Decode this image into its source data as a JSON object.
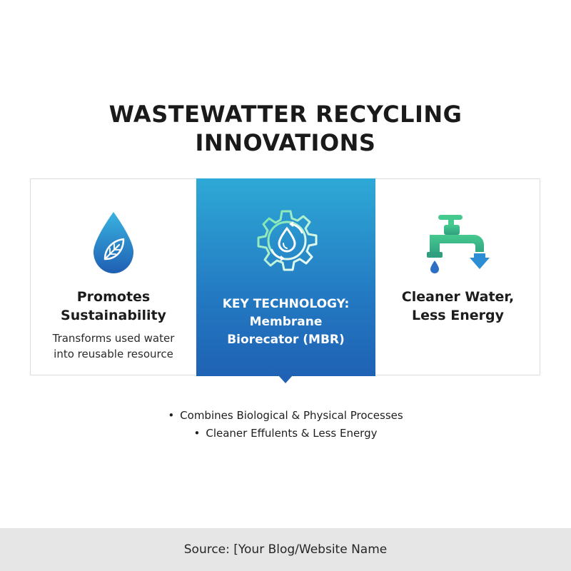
{
  "title": {
    "line1": "WASTEWATTER RECYCLING",
    "line2": "INNOVATIONS"
  },
  "cards": {
    "left": {
      "icon": "water-drop-leaf-icon",
      "heading_line1": "Promotes",
      "heading_line2": "Sustainability",
      "desc_line1": "Transforms used water",
      "desc_line2": "into reusable resource"
    },
    "center": {
      "icon": "gear-water-drop-cycle-icon",
      "heading_line1": "KEY TECHNOLOGY:",
      "heading_line2": "Membrane",
      "heading_line3": "Biorecator (MBR)"
    },
    "right": {
      "icon": "water-faucet-icon",
      "heading_line1": "Cleaner Water,",
      "heading_line2": "Less Energy"
    }
  },
  "bullets": [
    "Combines Biological & Physical Processes",
    "Cleaner Effulents & Less Energy"
  ],
  "footer": {
    "source": "Source: [Your Blog/Website Name"
  },
  "colors": {
    "accent_top": "#2ea9d6",
    "accent_bottom": "#1f62b4",
    "faucet_green": "#3dbf8a",
    "footer_bg": "#e6e6e6"
  }
}
